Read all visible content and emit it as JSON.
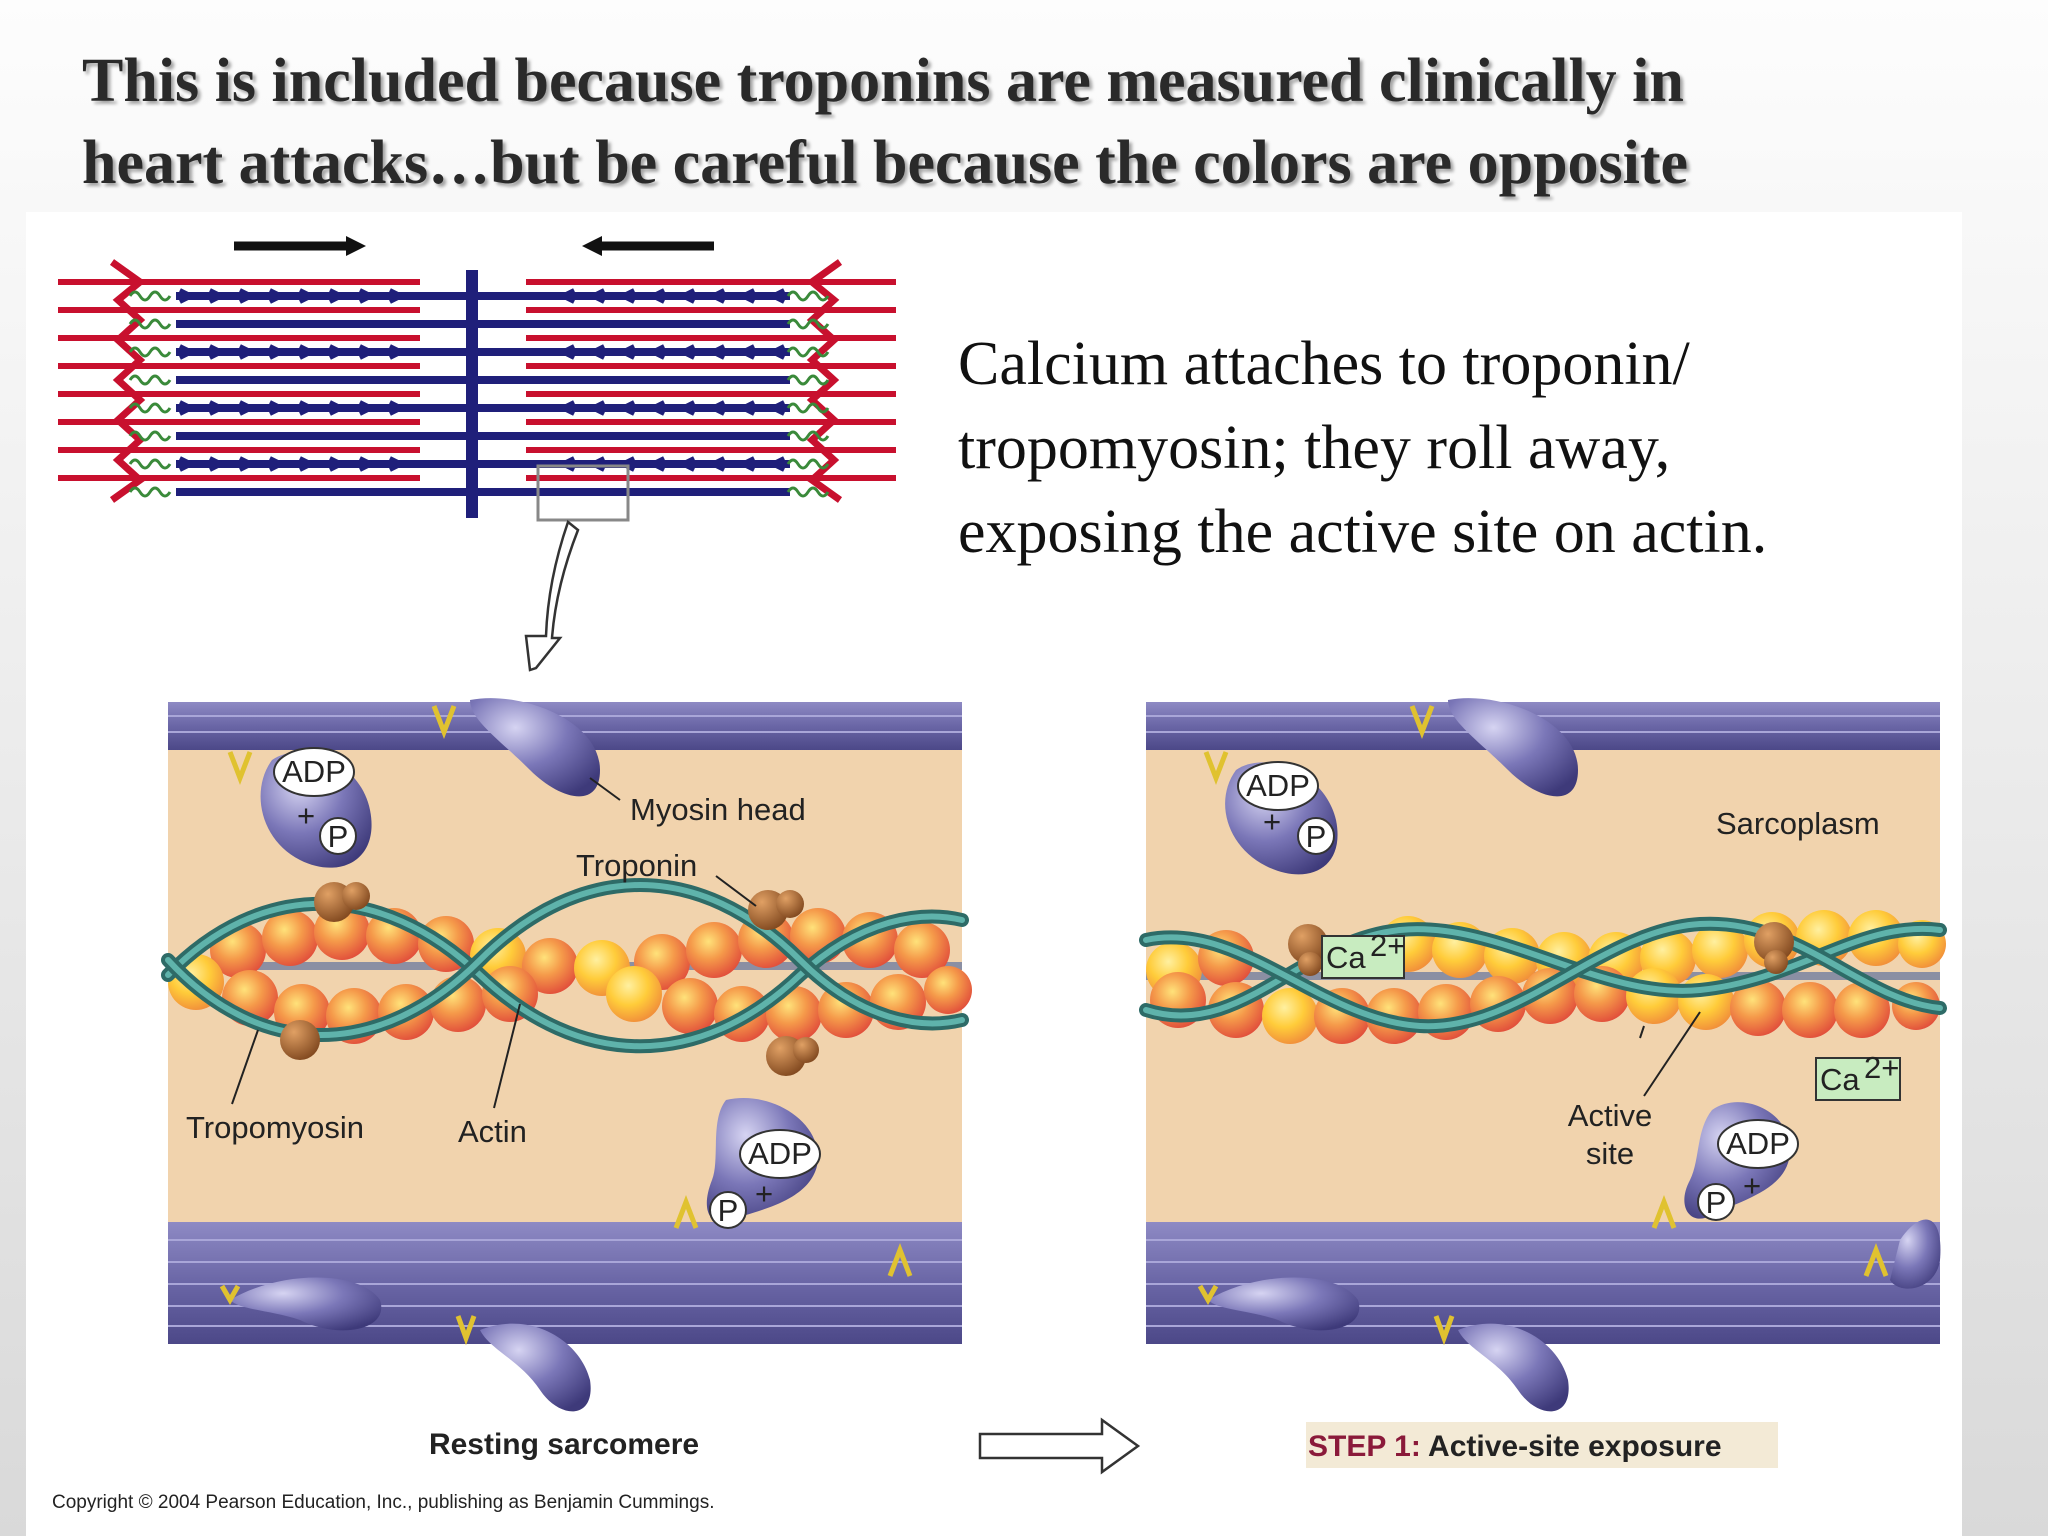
{
  "title": {
    "line1": "This is included because troponins are measured clinically in",
    "line2": "heart attacks…but be careful because the colors are opposite"
  },
  "caption": {
    "line1": "Calcium attaches to troponin/",
    "line2": "tropomyosin; they roll away,",
    "line3": "exposing the active site on actin."
  },
  "left_panel": {
    "adp_top": "ADP",
    "p_top": "P",
    "plus_top": "+",
    "myosin_head": "Myosin head",
    "troponin": "Troponin",
    "tropomyosin": "Tropomyosin",
    "actin": "Actin",
    "adp_bottom": "ADP",
    "p_bottom": "P",
    "plus_bottom": "+",
    "caption": "Resting sarcomere"
  },
  "right_panel": {
    "adp_top": "ADP",
    "p_top": "P",
    "plus_top": "+",
    "sarcoplasm": "Sarcoplasm",
    "ca1": "Ca",
    "ca1_sup": "2+",
    "ca2": "Ca",
    "ca2_sup": "2+",
    "active_line1": "Active",
    "active_line2": "site",
    "adp_bottom": "ADP",
    "p_bottom": "P",
    "plus_bottom": "+",
    "step_label": "STEP 1:",
    "step_text": " Active-site exposure"
  },
  "copyright": "Copyright © 2004 Pearson Education, Inc., publishing as Benjamin Cummings.",
  "colors": {
    "actin_filament": "#c8102e",
    "myosin_filament": "#1f1f7a",
    "titin": "#3a8a3a",
    "myosin_purple": "#6e6aa8",
    "sarcoplasm": "#f1d3ad",
    "actin_bead": "#f06a4f",
    "actin_bead_highlight": "#ffd24a",
    "tropomyosin": "#3d8f8a",
    "troponin": "#a8642a",
    "ca_box": "#c8ecc0"
  }
}
